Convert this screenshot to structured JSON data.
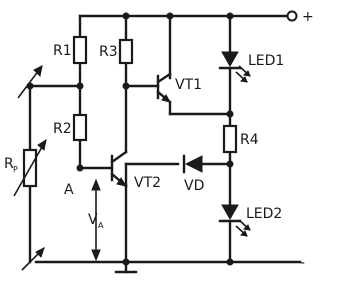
{
  "labels": {
    "R1": "R1",
    "R2": "R2",
    "R3": "R3",
    "R4": "R4",
    "RP_main": "R",
    "RP_sub": "P",
    "VT1": "VT1",
    "VT2": "VT2",
    "VD": "VD",
    "LED1": "LED1",
    "LED2": "LED2",
    "A": "A",
    "VA_main": "V",
    "VA_sub": "A",
    "plus": "+",
    "minus": "-"
  }
}
